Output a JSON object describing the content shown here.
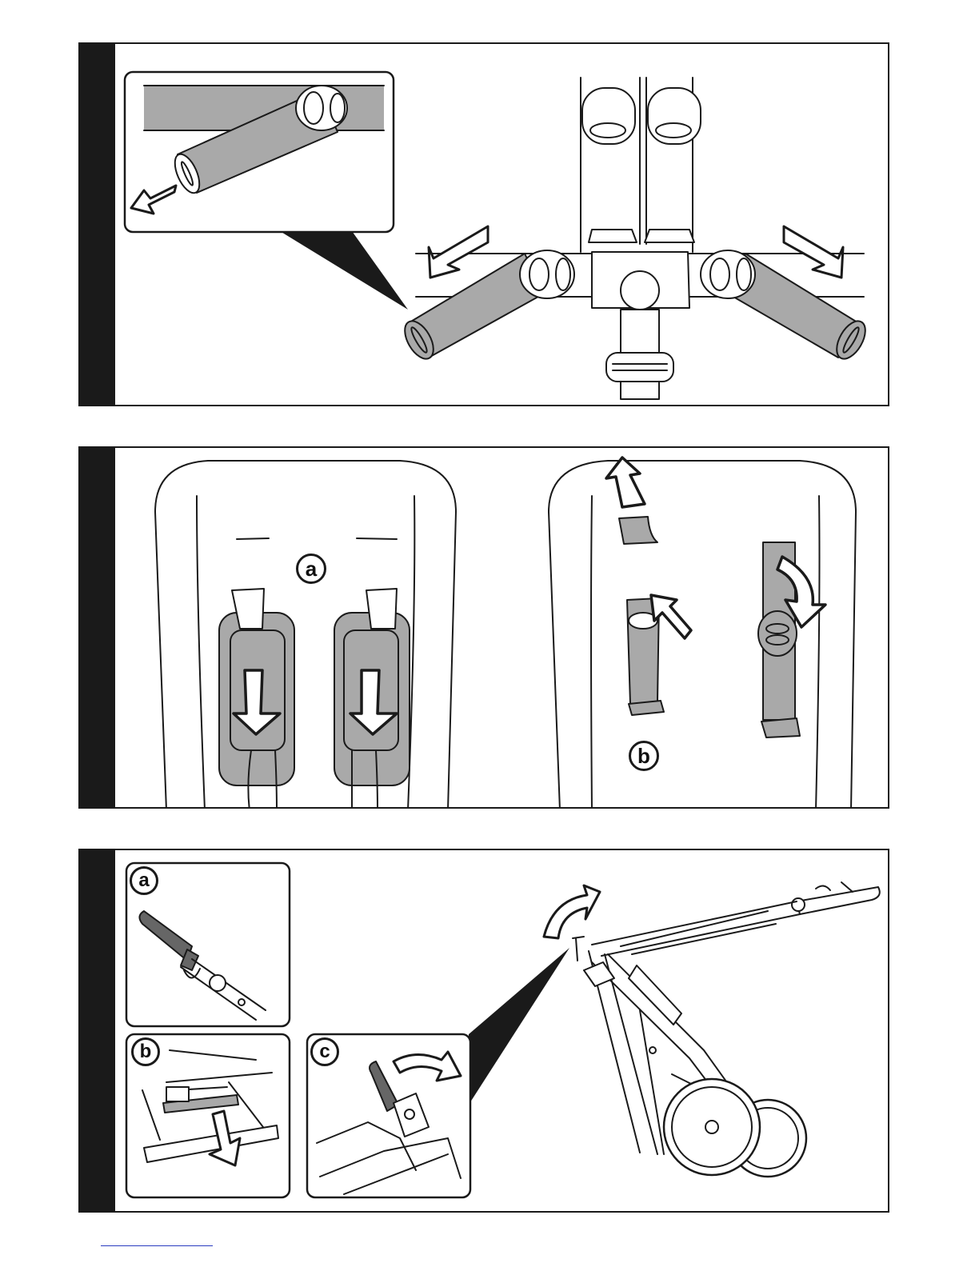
{
  "panels": [
    {
      "id": "step-1",
      "labels": []
    },
    {
      "id": "step-2",
      "labels": [
        "a",
        "b"
      ]
    },
    {
      "id": "step-3",
      "labels": [
        "a",
        "b",
        "c"
      ]
    }
  ],
  "colors": {
    "line": "#1a1a1a",
    "pad_fill": "#a9a9a9",
    "strip": "#1a1a1a",
    "footer_rule": "#2a3cc0"
  },
  "icons": [
    "arrow-icon",
    "callout-wedge-icon",
    "strap-pad-icon",
    "buckle-icon",
    "stroller-frame-icon",
    "wheel-icon"
  ]
}
